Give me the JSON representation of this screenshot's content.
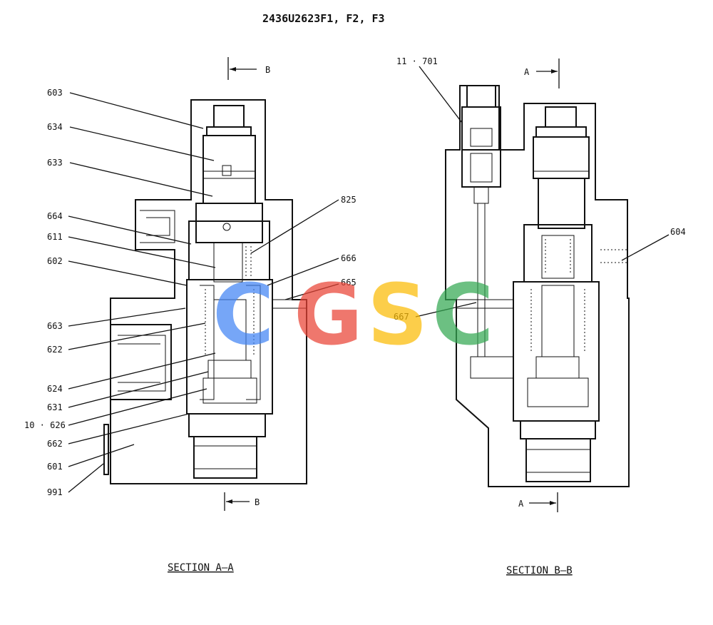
{
  "drawing": {
    "title": "2436U2623F1, F2, F3",
    "section_aa_caption": "SECTION  A—A",
    "section_bb_caption": "SECTION  B—B",
    "cut_marks": {
      "b": "B",
      "a": "A"
    }
  },
  "callouts_left": [
    "603",
    "634",
    "633",
    "664",
    "611",
    "602",
    "663",
    "622",
    "624",
    "631",
    "10 · 626",
    "662",
    "601",
    "991"
  ],
  "callouts_right_of_left": [
    "825",
    "666",
    "665"
  ],
  "callouts_right": [
    "11 · 701",
    "604",
    "667"
  ],
  "watermark": {
    "letters": [
      "C",
      "G",
      "S",
      "C"
    ],
    "colors": [
      "#4285F4",
      "#EA4335",
      "#FBBC05",
      "#34A853"
    ]
  }
}
